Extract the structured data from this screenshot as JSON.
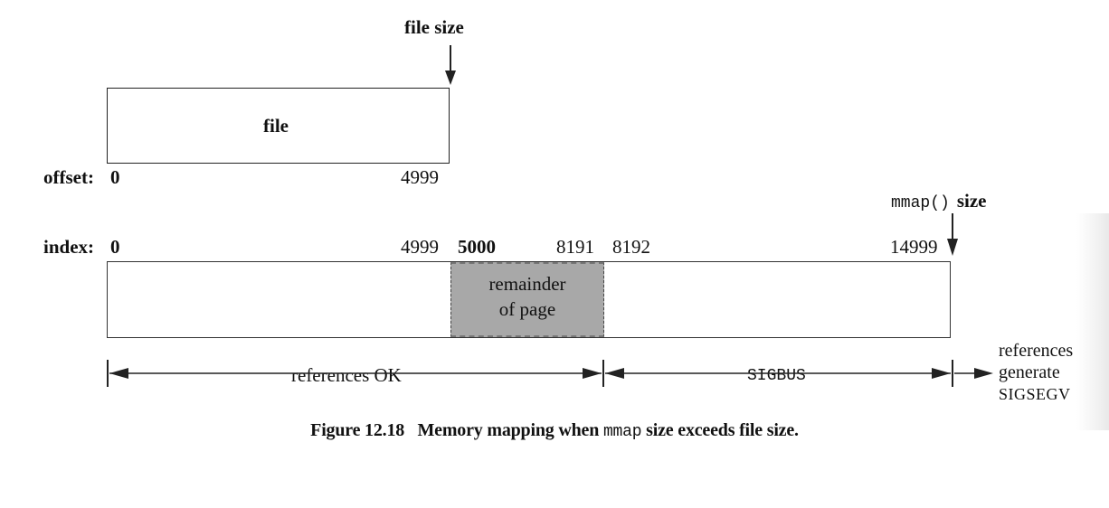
{
  "labels": {
    "file_size": "file size",
    "file": "file",
    "offset_prefix": "offset:",
    "offset_start": "0",
    "offset_end": "4999",
    "mmap_call": "mmap()",
    "mmap_size": "size",
    "index_prefix": "index:",
    "index_start": "0",
    "index_4999": "4999",
    "index_5000": "5000",
    "index_8191": "8191",
    "index_8192": "8192",
    "index_14999": "14999",
    "remainder_line1": "remainder",
    "remainder_line2": "of page",
    "references_ok": "references OK",
    "sigbus": "SIGBUS",
    "generate_line1": "references",
    "generate_line2": "generate",
    "generate_line3": "SIGSEGV"
  },
  "caption": {
    "number": "Figure 12.18",
    "before": "Memory mapping when",
    "mono": "mmap",
    "after": "size exceeds file size."
  },
  "colors": {
    "remainder_fill": "#a8a8a8",
    "line": "#222222"
  }
}
